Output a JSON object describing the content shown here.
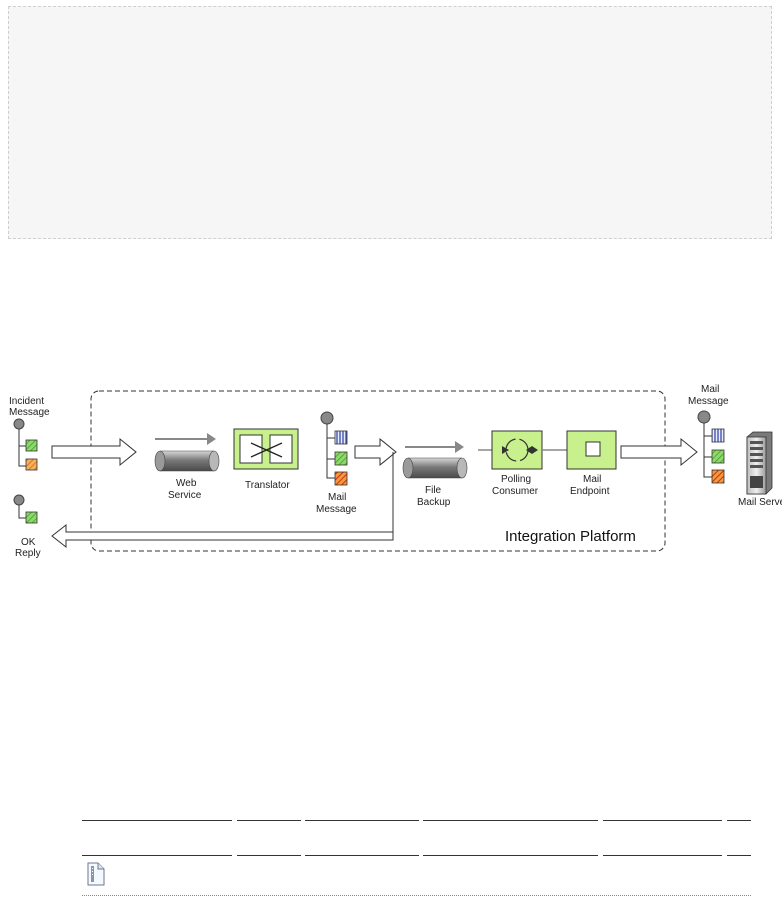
{
  "diagram": {
    "labels": {
      "incident_message": [
        "Incident",
        "Message"
      ],
      "ok_reply": [
        "OK",
        "Reply"
      ],
      "web_service": [
        "Web",
        "Service"
      ],
      "translator": "Translator",
      "mail_message_inner": [
        "Mail",
        "Message"
      ],
      "file_backup": [
        "File",
        "Backup"
      ],
      "polling_consumer": [
        "Polling",
        "Consumer"
      ],
      "mail_endpoint": [
        "Mail",
        "Endpoint"
      ],
      "integration_platform": "Integration Platform",
      "mail_message_outer": [
        "Mail",
        "Message"
      ],
      "mail_server": "Mail Server"
    },
    "colors": {
      "endpoint_green": "#c8f08c",
      "green_block": "#6cc644",
      "orange_block": "#f08a2a",
      "blue_block": "#3b5bbf",
      "arrow_gray": "#888888"
    }
  },
  "icons": {
    "attachment": "file-icon"
  }
}
